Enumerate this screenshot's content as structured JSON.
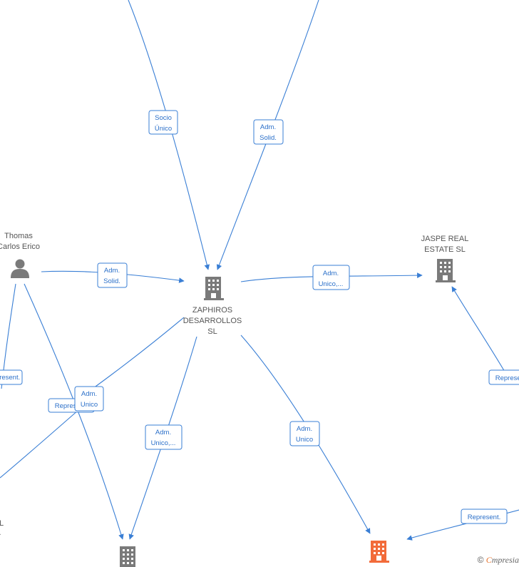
{
  "colors": {
    "edge": "#3a7fd5",
    "company_icon": "#7a7a7a",
    "highlight_company_icon": "#f26b3a",
    "person_icon": "#7a7a7a"
  },
  "nodes": {
    "person": {
      "name_line1": "Thomas",
      "name_line2": "Carlos Erico",
      "icon": "person-icon"
    },
    "zaphiros": {
      "line1": "ZAPHIROS",
      "line2": "DESARROLLOS",
      "line3": "SL",
      "icon": "building-icon"
    },
    "jaspe": {
      "line1": "JASPE REAL",
      "line2": "ESTATE  SL",
      "icon": "building-icon"
    },
    "partial_left": {
      "line1": "L",
      "line2": "."
    },
    "bottom_company": {
      "icon": "building-icon"
    },
    "highlight_company": {
      "icon": "building-icon"
    }
  },
  "edge_labels": {
    "socio_unico": [
      "Socio",
      "Único"
    ],
    "adm_solid_top": [
      "Adm.",
      "Solid."
    ],
    "adm_solid_person": [
      "Adm.",
      "Solid."
    ],
    "adm_unico_jaspe": [
      "Adm.",
      "Unico,..."
    ],
    "represent_left": [
      "Represent."
    ],
    "represent_mid": [
      "Represent."
    ],
    "adm_unico_mid": [
      "Adm.",
      "Unico"
    ],
    "adm_unico_bottom": [
      "Adm.",
      "Unico,..."
    ],
    "adm_unico_orange": [
      "Adm.",
      "Unico"
    ],
    "represent_right": [
      "Represent."
    ],
    "represent_bottom_right": [
      "Represent."
    ]
  },
  "footer": {
    "copyright": "©",
    "brand_first": "C",
    "brand_rest": "mpresia"
  }
}
